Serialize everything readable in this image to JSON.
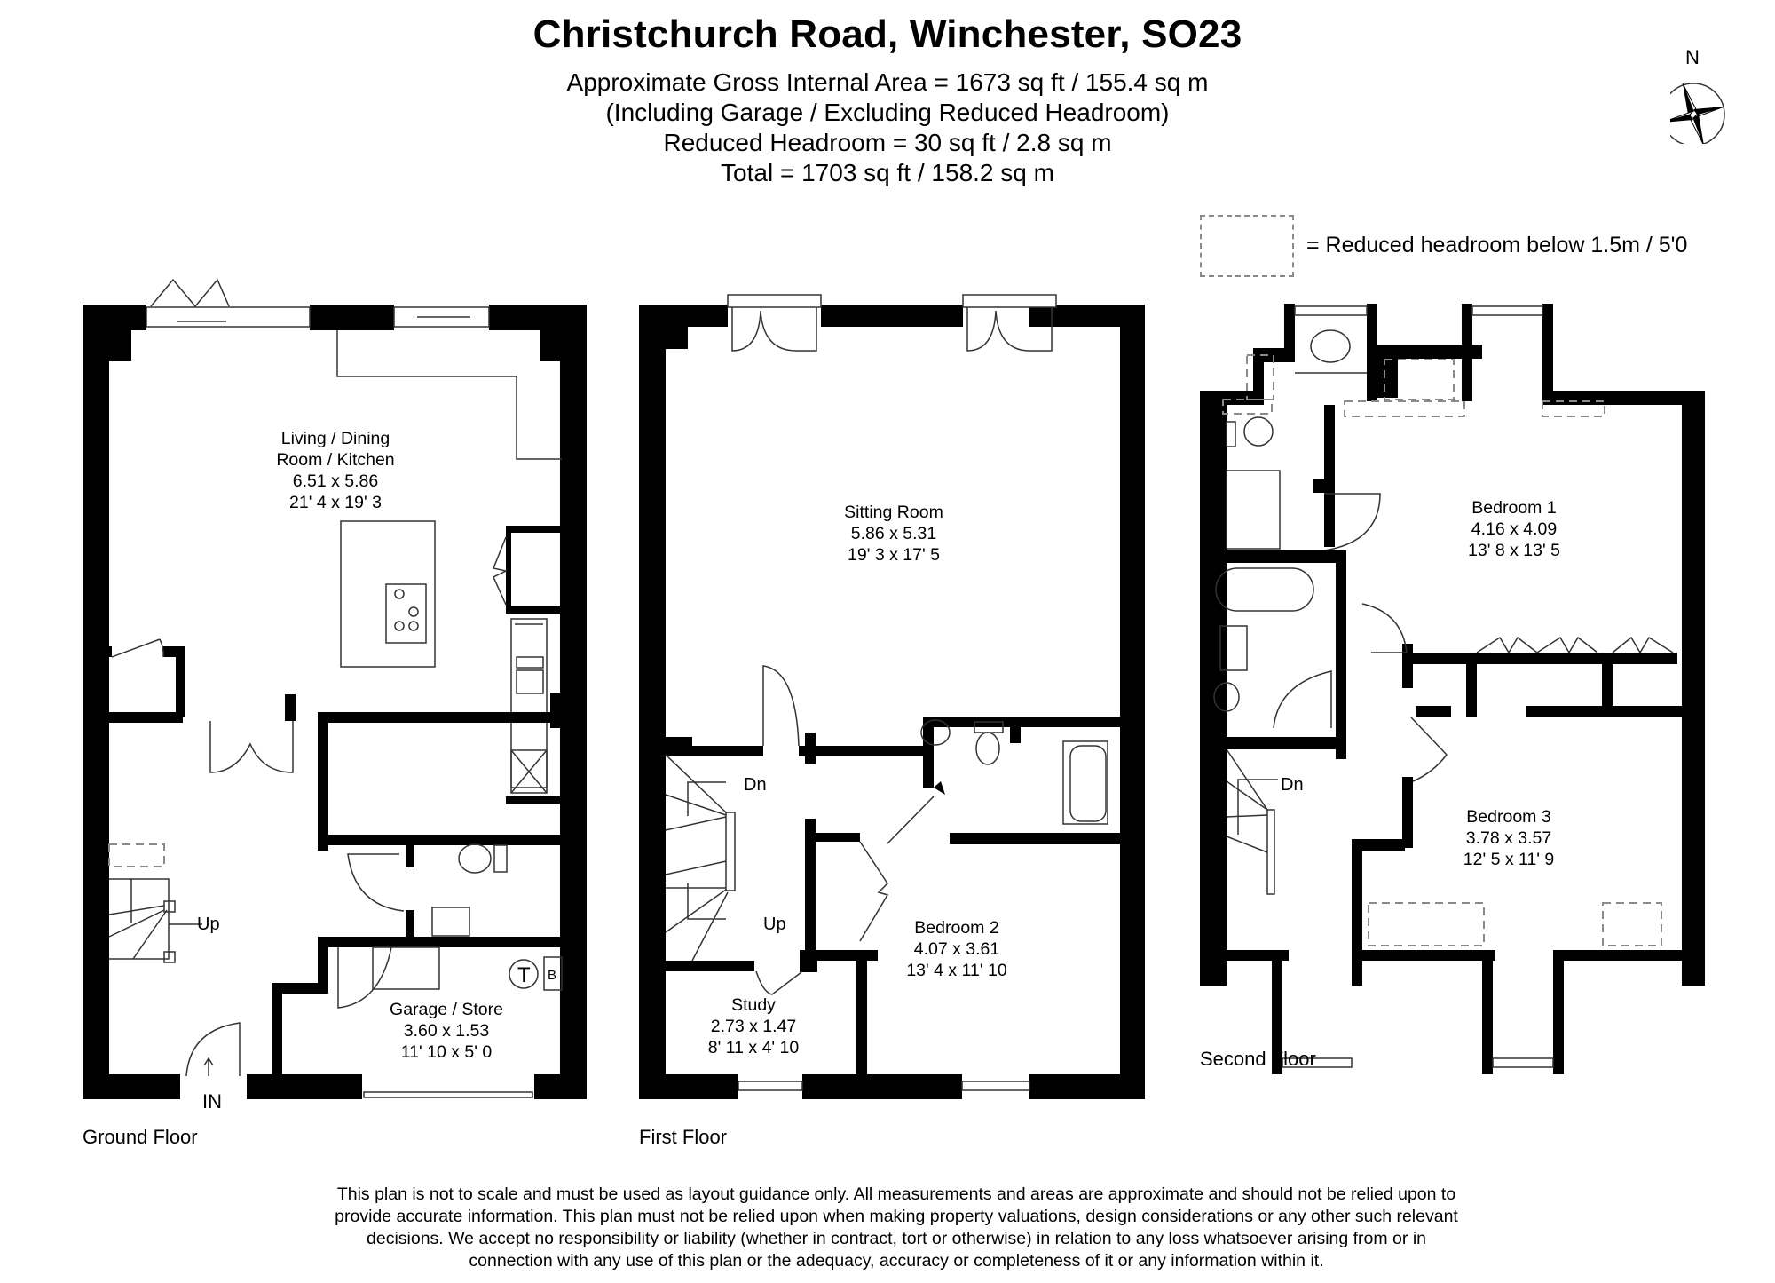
{
  "header": {
    "title": "Christchurch Road, Winchester, SO23",
    "area_lines": [
      "Approximate Gross Internal Area = 1673 sq ft / 155.4 sq m",
      "(Including Garage / Excluding Reduced Headroom)",
      "Reduced Headroom = 30 sq ft / 2.8 sq m",
      "Total = 1703 sq ft / 158.2 sq m"
    ]
  },
  "compass": {
    "label": "N",
    "icon": "compass-rose-icon"
  },
  "legend": {
    "text": "= Reduced headroom below 1.5m / 5'0",
    "swatch": "dashed-box"
  },
  "floors": {
    "ground": {
      "label": "Ground Floor",
      "rooms": [
        {
          "name": "Living / Dining",
          "name2": "Room / Kitchen",
          "metric": "6.51 x 5.86",
          "imperial": "21' 4 x 19' 3"
        },
        {
          "name": "Garage / Store",
          "metric": "3.60 x 1.53",
          "imperial": "11' 10 x 5' 0"
        }
      ],
      "stairs": "Up",
      "entrance": "IN",
      "boiler": "B",
      "tank": "T"
    },
    "first": {
      "label": "First Floor",
      "rooms": [
        {
          "name": "Sitting Room",
          "metric": "5.86 x 5.31",
          "imperial": "19' 3 x 17' 5"
        },
        {
          "name": "Bedroom 2",
          "metric": "4.07 x 3.61",
          "imperial": "13' 4 x 11' 10"
        },
        {
          "name": "Study",
          "metric": "2.73 x 1.47",
          "imperial": "8' 11 x 4' 10"
        }
      ],
      "stairs_down": "Dn",
      "stairs_up": "Up"
    },
    "second": {
      "label": "Second Floor",
      "rooms": [
        {
          "name": "Bedroom 1",
          "metric": "4.16 x 4.09",
          "imperial": "13' 8 x 13' 5"
        },
        {
          "name": "Bedroom 3",
          "metric": "3.78 x 3.57",
          "imperial": "12' 5 x 11' 9"
        }
      ],
      "stairs_down": "Dn"
    }
  },
  "disclaimer": [
    "This plan is not to scale and must be used as layout guidance only. All measurements and areas are approximate and should not be relied upon to",
    "provide accurate information. This plan must not be relied upon when making property valuations, design considerations or any other such relevant",
    "decisions. We accept no responsibility or liability (whether in contract, tort or otherwise) in relation to any loss whatsoever arising from or in",
    "connection with any use of this plan or the adequacy, accuracy or completeness of it or any information within it."
  ],
  "colors": {
    "wall": "#000000",
    "line": "#333333",
    "dashed": "#8a8a8a",
    "background": "#ffffff"
  }
}
